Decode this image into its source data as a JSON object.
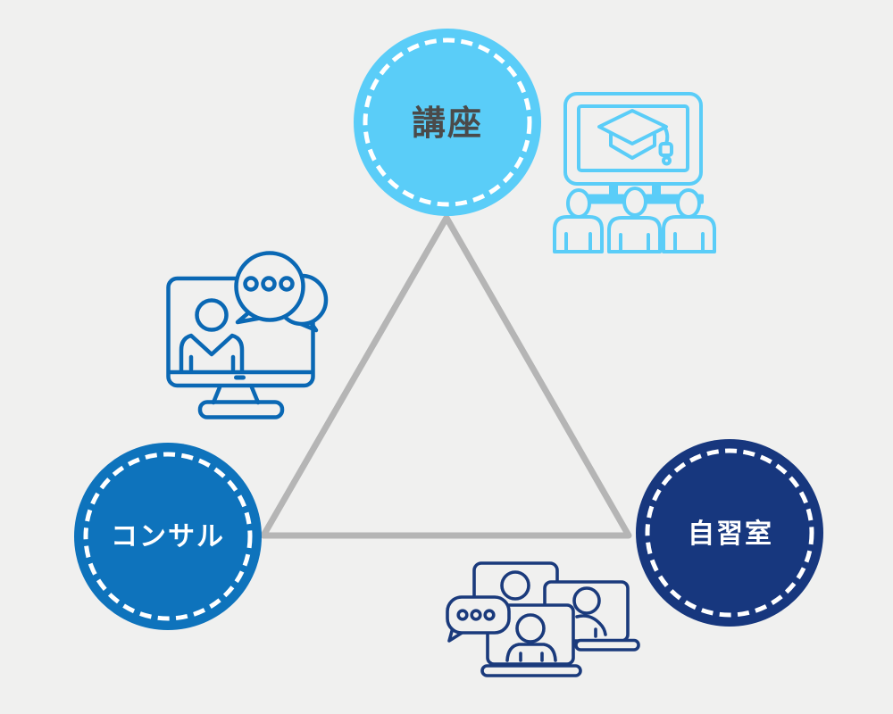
{
  "diagram": {
    "title": "three-pillar learning service diagram",
    "nodes": [
      {
        "id": "course",
        "label": "講座",
        "fill": "#5acdf8",
        "text_color": "#4a4a4a",
        "position": "top"
      },
      {
        "id": "consulting",
        "label": "コンサル",
        "fill": "#0e73bc",
        "text_color": "#ffffff",
        "position": "bottom-left"
      },
      {
        "id": "study-room",
        "label": "自習室",
        "fill": "#17377e",
        "text_color": "#ffffff",
        "position": "bottom-right"
      }
    ],
    "icons": [
      {
        "id": "webinar-icon",
        "description": "monitor with graduation cap and three attendees",
        "color": "#5acdf8"
      },
      {
        "id": "video-consult-icon",
        "description": "monitor with person and speech bubbles",
        "color": "#0a68b4"
      },
      {
        "id": "online-study-icon",
        "description": "laptops with people and chat bubble",
        "color": "#1a3a7c"
      }
    ]
  },
  "colors": {
    "bg": "#f0f0ef",
    "light": "#5acdf8",
    "mid": "#0e73bc",
    "navy": "#17377e",
    "icon-mid": "#0a68b4",
    "icon-navy": "#1a3a7c",
    "line": "#b5b5b5",
    "label-dark": "#4a4a4a",
    "label-light": "#ffffff"
  }
}
